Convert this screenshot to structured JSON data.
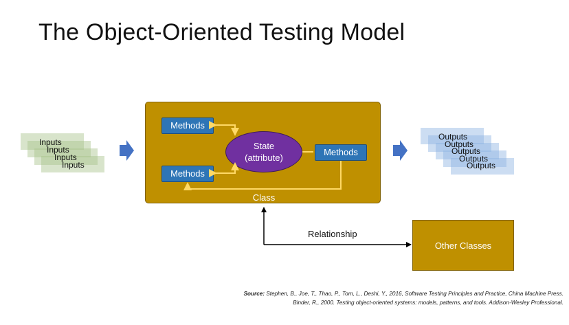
{
  "title": "The Object-Oriented Testing Model",
  "diagram": {
    "inputs": [
      "Inputs",
      "Inputs",
      "Inputs",
      "Inputs"
    ],
    "outputs": [
      "Outputs",
      "Outputs",
      "Outputs",
      "Outputs",
      "Outputs"
    ],
    "class_label": "Class",
    "methods": [
      "Methods",
      "Methods",
      "Methods"
    ],
    "state_line1": "State",
    "state_line2": "(attribute)",
    "relationship_label": "Relationship",
    "other_classes": "Other Classes"
  },
  "colors": {
    "class_fill": "#bf9000",
    "method_fill": "#2e75b6",
    "state_fill": "#7030a0",
    "flow_arrow": "#4472c4",
    "connector": "#ffd966"
  },
  "source": {
    "prefix": "Source:",
    "line1": " Stephen, B., Joe, T., Thao, P., Tom, L., Deshi, Y., 2016, Software Testing Principles and Practice, China Machine Press.",
    "line2": "Binder, R., 2000. Testing object-oriented systems: models, patterns, and tools. Addison-Wesley Professional."
  }
}
